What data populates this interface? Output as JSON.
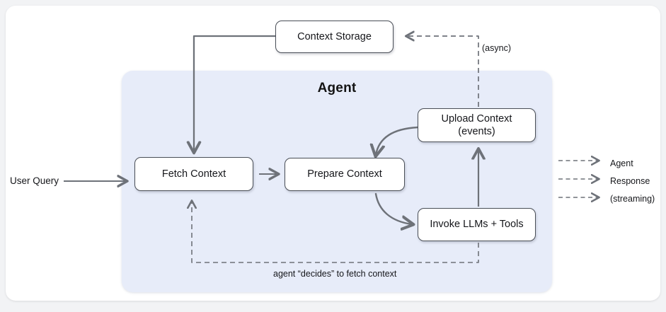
{
  "diagram": {
    "title_panel": "Agent",
    "nodes": {
      "context_storage": "Context Storage",
      "fetch_context": "Fetch Context",
      "prepare_context": "Prepare Context",
      "upload_context_line1": "Upload Context",
      "upload_context_line2": "(events)",
      "invoke_llms": "Invoke LLMs + Tools"
    },
    "labels": {
      "user_query": "User Query",
      "async": "(async)",
      "decides": "agent “decides” to fetch context"
    },
    "legend": {
      "line1": "Agent",
      "line2": "Response",
      "line3": "(streaming)"
    },
    "colors": {
      "panel_fill": "#e7ecf9",
      "node_stroke": "#4a4f57",
      "arrow": "#6e7279",
      "card": "#ffffff",
      "page": "#f2f3f5",
      "text": "#15161a"
    }
  }
}
